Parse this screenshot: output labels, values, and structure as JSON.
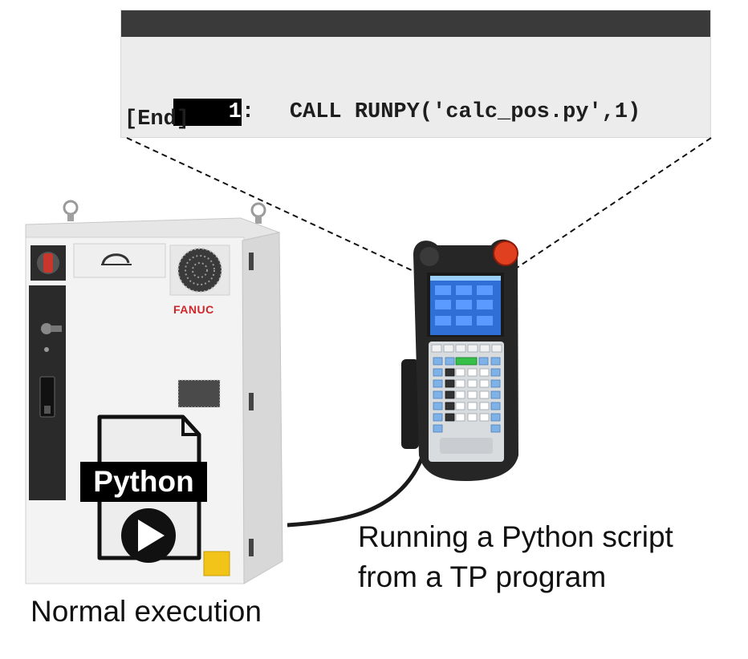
{
  "tp_screen": {
    "line_number": "1",
    "line_separator": ":",
    "line_code": "CALL RUNPY('calc_pos.py',1)",
    "end_marker": "[End]"
  },
  "controller": {
    "brand": "FANUC",
    "file_badge": "Python"
  },
  "captions": {
    "controller": "Normal execution",
    "teach_pendant_line1": "Running a Python script",
    "teach_pendant_line2": "from a TP program"
  },
  "colors": {
    "panel_bg": "#ececec",
    "panel_titlebar": "#3a3a3a",
    "brand_red": "#d0262a",
    "tp_screen_blue": "#2f6fd6",
    "estop_red": "#e0401f"
  }
}
